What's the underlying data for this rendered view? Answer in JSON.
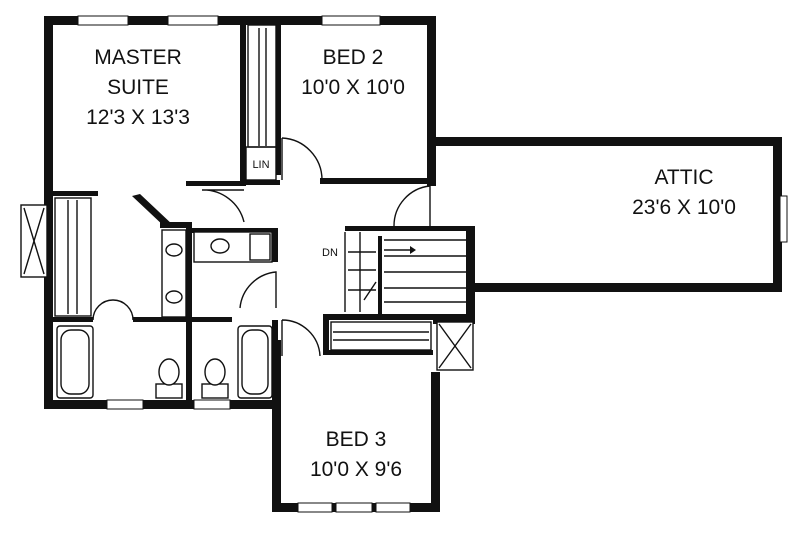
{
  "rooms": {
    "master": {
      "name_line1": "MASTER",
      "name_line2": "SUITE",
      "size": "12'3 X 13'3"
    },
    "bed2": {
      "name": "BED 2",
      "size": "10'0 X 10'0"
    },
    "attic": {
      "name": "ATTIC",
      "size": "23'6 X 10'0"
    },
    "bed3": {
      "name": "BED 3",
      "size": "10'0 X 9'6"
    }
  },
  "labels": {
    "linen": "LIN",
    "stair_down": "DN"
  }
}
